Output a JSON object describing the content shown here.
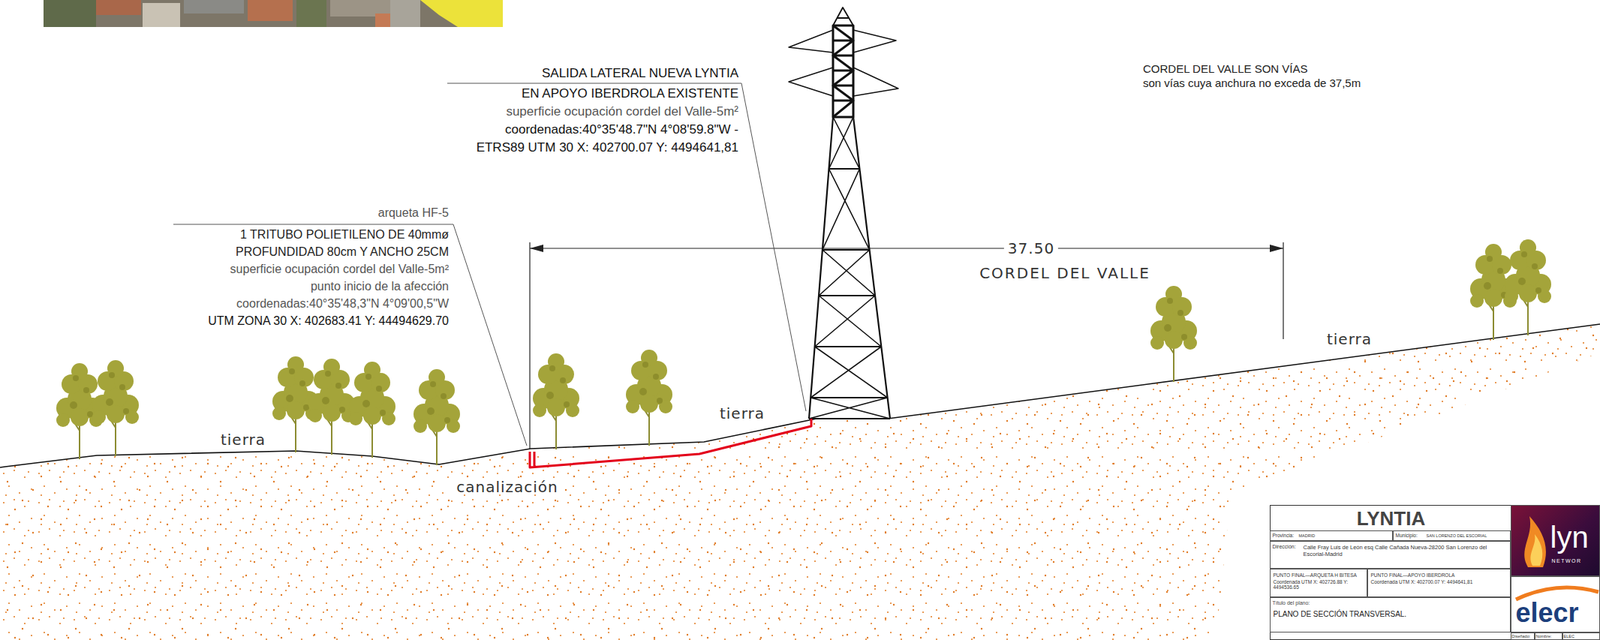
{
  "diagram": {
    "nodes": [
      {
        "text": [
          "LYNTIA"
        ]
      },
      {
        "text": [
          "Provincia:",
          "MADRID"
        ],
        "in": 0
      },
      {
        "text": [
          "Municipio:",
          "SAN LORENZO DEL ESCORIAL"
        ],
        "in": 0
      },
      {
        "text": [
          "Dirección:",
          "Calle Fray Luis de León esq Calle Cañada Nueva-28200 San Lorenzo del Escorial-Madrid"
        ],
        "in": 0
      },
      {
        "text": [
          "PUNTO FINAL—ARQUETA H BITESA",
          "Coordenada UTM X: 402726.88 Y: 4494536.65"
        ],
        "in": 0
      },
      {
        "text": [
          "PUNTO FINAL—APOYO IBERDROLA",
          "Coordenada UTM X: 402700.07 Y: 4494641,81"
        ],
        "in": 0
      },
      {
        "text": [
          "Título del plano:",
          "PLANO DE SECCIÓN TRANSVERSAL."
        ],
        "in": 0
      },
      {
        "text": [
          "lyn",
          "NETWOR"
        ],
        "in": 0
      },
      {
        "text": [
          "elecr"
        ],
        "in": 0
      },
      {
        "text": [
          "Diseñado:"
        ],
        "in": 0
      },
      {
        "text": [
          "Nombre:"
        ],
        "in": 0
      },
      {
        "text": [
          "ELEC"
        ],
        "in": 0
      }
    ],
    "labels": [
      "CORDEL DEL VALLE SON VÍAS",
      "son vías cuya anchura no exceda de 37,5m",
      "SALIDA LATERAL NUEVA LYNTIA",
      "EN APOYO IBERDROLA EXISTENTE",
      "superficie ocupación cordel del Valle-5m²",
      "coordenadas:40°35'48.7\"N 4°08'59.8\"W -",
      "ETRS89 UTM 30 X: 402700.07 Y: 4494641,81",
      "arqueta HF-5",
      "1 TRITUBO POLIETILENO DE 40mmø",
      "PROFUNDIDAD 80cm Y ANCHO 25CM",
      "superficie ocupación cordel del Valle-5m²",
      "punto inicio de la afección",
      "coordenadas:40°35'48,3\"N 4°09'00,5\"W",
      "UTM ZONA 30 X: 402683.41 Y: 44494629.70",
      "37.50",
      "CORDEL DEL VALLE",
      "tierra",
      "tierra",
      "tierra",
      "canalización"
    ]
  }
}
